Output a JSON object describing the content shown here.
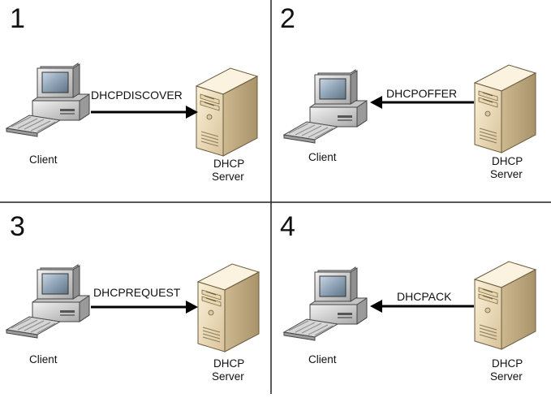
{
  "quadrants": [
    {
      "number": "1",
      "message": "DHCPDISCOVER",
      "direction": "client-to-server"
    },
    {
      "number": "2",
      "message": "DHCPOFFER",
      "direction": "server-to-client"
    },
    {
      "number": "3",
      "message": "DHCPREQUEST",
      "direction": "client-to-server"
    },
    {
      "number": "4",
      "message": "DHCPACK",
      "direction": "server-to-client"
    }
  ],
  "labels": {
    "client": "Client",
    "server_line1": "DHCP",
    "server_line2": "Server"
  },
  "colors": {
    "background": "#ffffff",
    "divider": "#222222",
    "arrow": "#000000",
    "monitor_body": "#d9d9d9",
    "monitor_screen": "#8ea2b4",
    "server_front": "#f2e3c2",
    "server_side": "#c9b690",
    "server_top": "#fbf3df"
  },
  "icons": [
    "client-computer-icon",
    "dhcp-server-icon",
    "arrow-icon"
  ]
}
